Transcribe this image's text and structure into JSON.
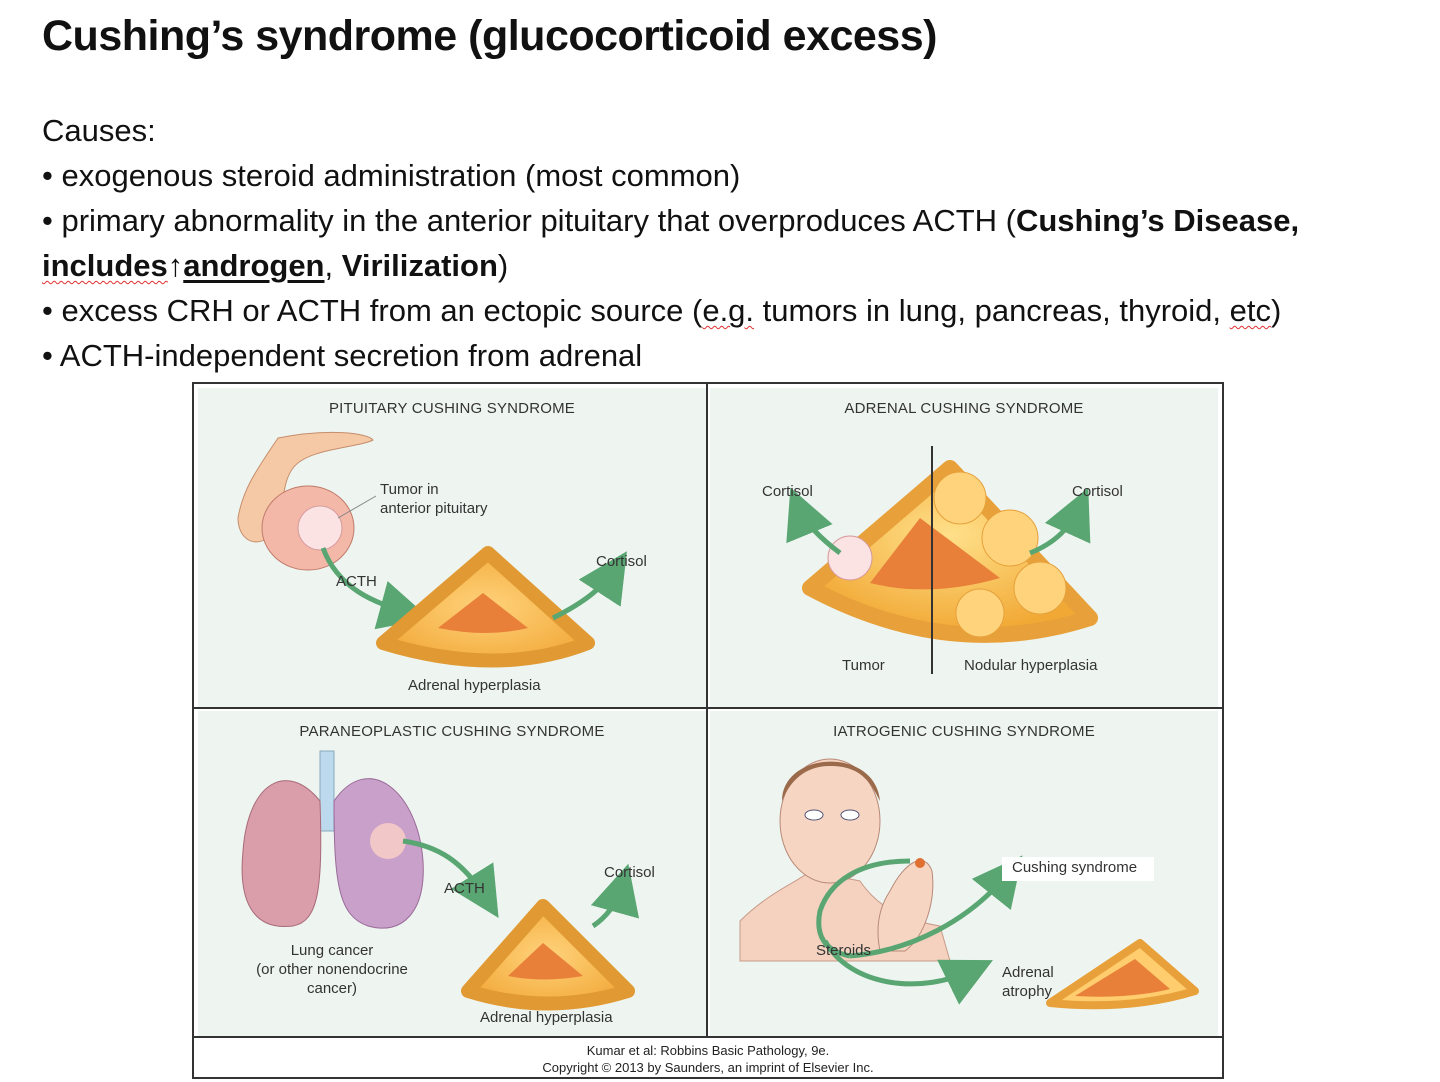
{
  "title": "Cushing’s syndrome (glucocorticoid excess)",
  "causes_label": "Causes:",
  "bullets": {
    "b1": "exogenous steroid administration (most common)",
    "b2_pre": "primary abnormality in the anterior pituitary that overproduces ACTH (",
    "b2_bold1": "Cushing’s Disease,",
    "b2_bold2": "includes",
    "b2_arrow": "↑",
    "b2_bold3": "androgen",
    "b2_mid": ", ",
    "b2_bold4": "Virilization",
    "b2_post": ")",
    "b3_pre": "excess CRH or ACTH from an ectopic source (",
    "b3_eg": "e.g.",
    "b3_mid": " tumors in lung, pancreas, thyroid, ",
    "b3_etc": "etc",
    "b3_post": ")",
    "b4": "ACTH-independent secretion from adrenal"
  },
  "figure": {
    "pituitary": {
      "title": "PITUITARY CUSHING SYNDROME",
      "tumor_label_1": "Tumor in",
      "tumor_label_2": "anterior pituitary",
      "acth": "ACTH",
      "cortisol": "Cortisol",
      "adrenal": "Adrenal hyperplasia"
    },
    "adrenal": {
      "title": "ADRENAL CUSHING SYNDROME",
      "cortisol_left": "Cortisol",
      "cortisol_right": "Cortisol",
      "tumor": "Tumor",
      "nodular": "Nodular hyperplasia"
    },
    "paraneoplastic": {
      "title": "PARANEOPLASTIC CUSHING SYNDROME",
      "acth": "ACTH",
      "cortisol": "Cortisol",
      "lung_1": "Lung cancer",
      "lung_2": "(or other nonendocrine",
      "lung_3": "cancer)",
      "adrenal": "Adrenal hyperplasia"
    },
    "iatrogenic": {
      "title": "IATROGENIC CUSHING SYNDROME",
      "cushing": "Cushing syndrome",
      "steroids": "Steroids",
      "atrophy_1": "Adrenal",
      "atrophy_2": "atrophy"
    },
    "credit_1": "Kumar et al: Robbins Basic Pathology, 9e.",
    "credit_2": "Copyright © 2013  by Saunders, an imprint of Elsevier Inc."
  }
}
